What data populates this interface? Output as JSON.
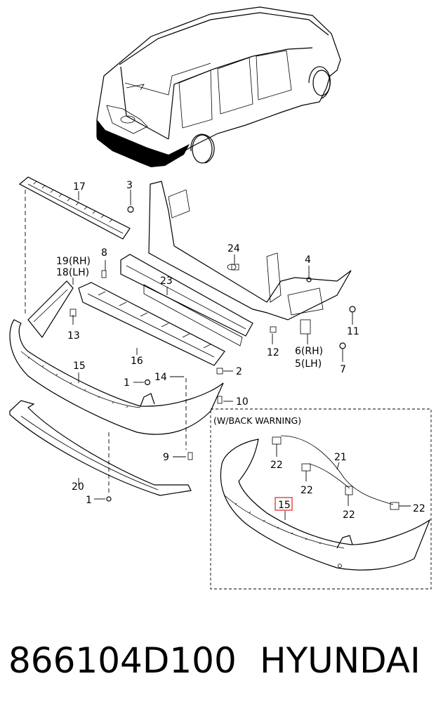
{
  "diagram": {
    "callouts": {
      "c17": "17",
      "c3": "3",
      "c8": "8",
      "c19": "19(RH)",
      "c18": "18(LH)",
      "c24": "24",
      "c4": "4",
      "c23": "23",
      "c13": "13",
      "c16": "16",
      "c11": "11",
      "c12": "12",
      "c6": "6(RH)",
      "c5": "5(LH)",
      "c7": "7",
      "c15": "15",
      "c1a": "1",
      "c14": "14",
      "c2": "2",
      "c10": "10",
      "c9": "9",
      "c20": "20",
      "c1b": "1"
    },
    "inset": {
      "title": "(W/BACK WARNING)",
      "callouts": {
        "c22a": "22",
        "c21": "21",
        "c22b": "22",
        "c15h": "15",
        "c22c": "22",
        "c22d": "22"
      },
      "highlight_color": "#e02020"
    }
  },
  "footer": {
    "part_number": "866104D100",
    "brand": "HYUNDAI"
  }
}
